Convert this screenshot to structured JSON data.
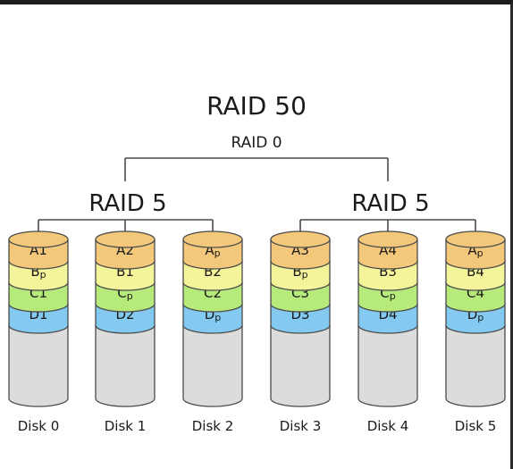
{
  "title": "RAID 50",
  "top_level_label": "RAID 0",
  "groups": [
    {
      "label": "RAID 5"
    },
    {
      "label": "RAID 5"
    }
  ],
  "colors": {
    "A": "#f3c87a",
    "B": "#f4f49a",
    "C": "#b6ea7a",
    "D": "#84c9f0",
    "empty": "#dcdcdc",
    "stroke": "#4a4a4a"
  },
  "disks": [
    {
      "label": "Disk 0",
      "blocks": [
        {
          "row": "A",
          "base": "A",
          "sub": "1"
        },
        {
          "row": "B",
          "base": "B",
          "sub": "p"
        },
        {
          "row": "C",
          "base": "C",
          "sub": "1"
        },
        {
          "row": "D",
          "base": "D",
          "sub": "1"
        }
      ]
    },
    {
      "label": "Disk 1",
      "blocks": [
        {
          "row": "A",
          "base": "A",
          "sub": "2"
        },
        {
          "row": "B",
          "base": "B",
          "sub": "1"
        },
        {
          "row": "C",
          "base": "C",
          "sub": "p"
        },
        {
          "row": "D",
          "base": "D",
          "sub": "2"
        }
      ]
    },
    {
      "label": "Disk 2",
      "blocks": [
        {
          "row": "A",
          "base": "A",
          "sub": "p"
        },
        {
          "row": "B",
          "base": "B",
          "sub": "2"
        },
        {
          "row": "C",
          "base": "C",
          "sub": "2"
        },
        {
          "row": "D",
          "base": "D",
          "sub": "p"
        }
      ]
    },
    {
      "label": "Disk 3",
      "blocks": [
        {
          "row": "A",
          "base": "A",
          "sub": "3"
        },
        {
          "row": "B",
          "base": "B",
          "sub": "p"
        },
        {
          "row": "C",
          "base": "C",
          "sub": "3"
        },
        {
          "row": "D",
          "base": "D",
          "sub": "3"
        }
      ]
    },
    {
      "label": "Disk 4",
      "blocks": [
        {
          "row": "A",
          "base": "A",
          "sub": "4"
        },
        {
          "row": "B",
          "base": "B",
          "sub": "3"
        },
        {
          "row": "C",
          "base": "C",
          "sub": "p"
        },
        {
          "row": "D",
          "base": "D",
          "sub": "4"
        }
      ]
    },
    {
      "label": "Disk 5",
      "blocks": [
        {
          "row": "A",
          "base": "A",
          "sub": "p"
        },
        {
          "row": "B",
          "base": "B",
          "sub": "4"
        },
        {
          "row": "C",
          "base": "C",
          "sub": "4"
        },
        {
          "row": "D",
          "base": "D",
          "sub": "p"
        }
      ]
    }
  ]
}
